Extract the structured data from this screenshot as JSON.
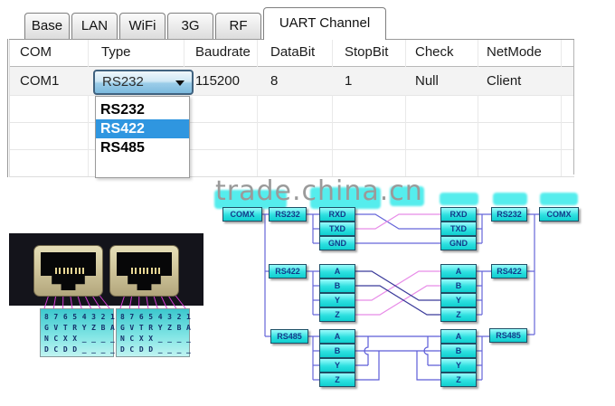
{
  "tabs": {
    "items": [
      "Base",
      "LAN",
      "WiFi",
      "3G",
      "RF",
      "UART Channel"
    ],
    "active": "UART Channel"
  },
  "table": {
    "columns": [
      "COM",
      "Type",
      "Baudrate",
      "DataBit",
      "StopBit",
      "Check",
      "NetMode"
    ],
    "row": {
      "com": "COM1",
      "type": "RS232",
      "baudrate": "115200",
      "databit": "8",
      "stopbit": "1",
      "check": "Null",
      "netmode": "Client"
    }
  },
  "type_dropdown": {
    "selected": "RS232",
    "options": [
      "RS232",
      "RS422",
      "RS485"
    ],
    "highlighted": "RS422"
  },
  "watermark": {
    "text": "trade.china.cn"
  },
  "photo": {
    "pinout_rows": [
      "8 7 6 5 4 3 2 1",
      "G V T R Y Z B A",
      "N C X X _ _ _ _",
      "D C D D _ _ _ _"
    ]
  },
  "diagram": {
    "left": {
      "comx": "COMX",
      "rs232": {
        "label": "RS232",
        "pins": [
          "RXD",
          "TXD",
          "GND"
        ]
      },
      "rs422": {
        "label": "RS422",
        "pins": [
          "A",
          "B",
          "Y",
          "Z"
        ]
      },
      "rs485": {
        "label": "RS485",
        "pins": [
          "A",
          "B",
          "Y",
          "Z"
        ]
      }
    },
    "right": {
      "comx": "COMX",
      "rs232": {
        "label": "RS232",
        "pins": [
          "RXD",
          "TXD",
          "GND"
        ]
      },
      "rs422": {
        "label": "RS422",
        "pins": [
          "A",
          "B",
          "Y",
          "Z"
        ]
      },
      "rs485": {
        "label": "RS485",
        "pins": [
          "A",
          "B",
          "Y",
          "Z"
        ]
      }
    },
    "colors": {
      "box_cyan": "#2ee0e0",
      "wire_blue": "#6666d9",
      "wire_navy": "#3a3a9a",
      "wire_pink": "#e88ce8",
      "wire_violet": "#5c5cd8",
      "fan_magenta": "#d23ad2"
    }
  }
}
